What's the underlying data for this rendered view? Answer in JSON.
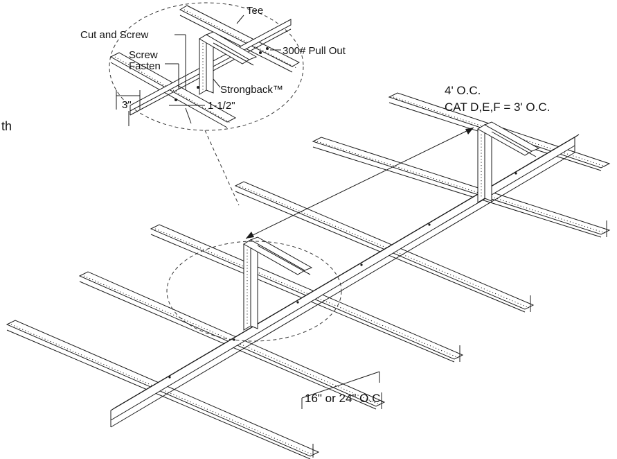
{
  "labels": {
    "tee": "Tee",
    "cut_and_screw": "Cut and Screw",
    "screw": "Screw",
    "fasten": "Fasten",
    "pull_out": "300# Pull Out",
    "strongback": "Strongback™",
    "dim_3": "3\"",
    "dim_1_5": "1-1/2\"",
    "spacing_4oc": "4' O.C.",
    "spacing_cat": "CAT D,E,F = 3' O.C.",
    "spacing_joist": "16\" or 24\" O.C.",
    "edge_fragment": "th"
  },
  "colors": {
    "line": "#1a1a1a",
    "background": "#ffffff"
  }
}
